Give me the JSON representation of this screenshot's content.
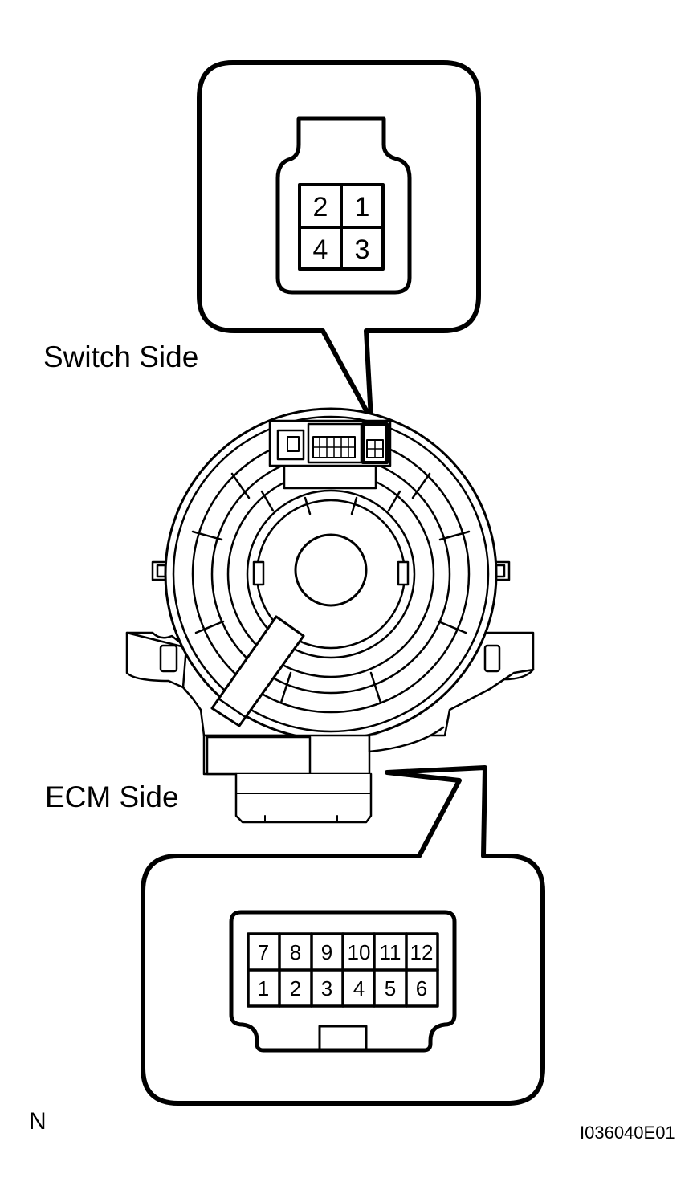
{
  "labels": {
    "switch_side": "Switch Side",
    "ecm_side": "ECM Side",
    "corner_mark": "N",
    "figure_code": "I036040E01"
  },
  "switch_connector": {
    "pins": [
      "2",
      "1",
      "4",
      "3"
    ]
  },
  "ecm_connector": {
    "pins_top": [
      "7",
      "8",
      "9",
      "10",
      "11",
      "12"
    ],
    "pins_bottom": [
      "1",
      "2",
      "3",
      "4",
      "5",
      "6"
    ]
  }
}
